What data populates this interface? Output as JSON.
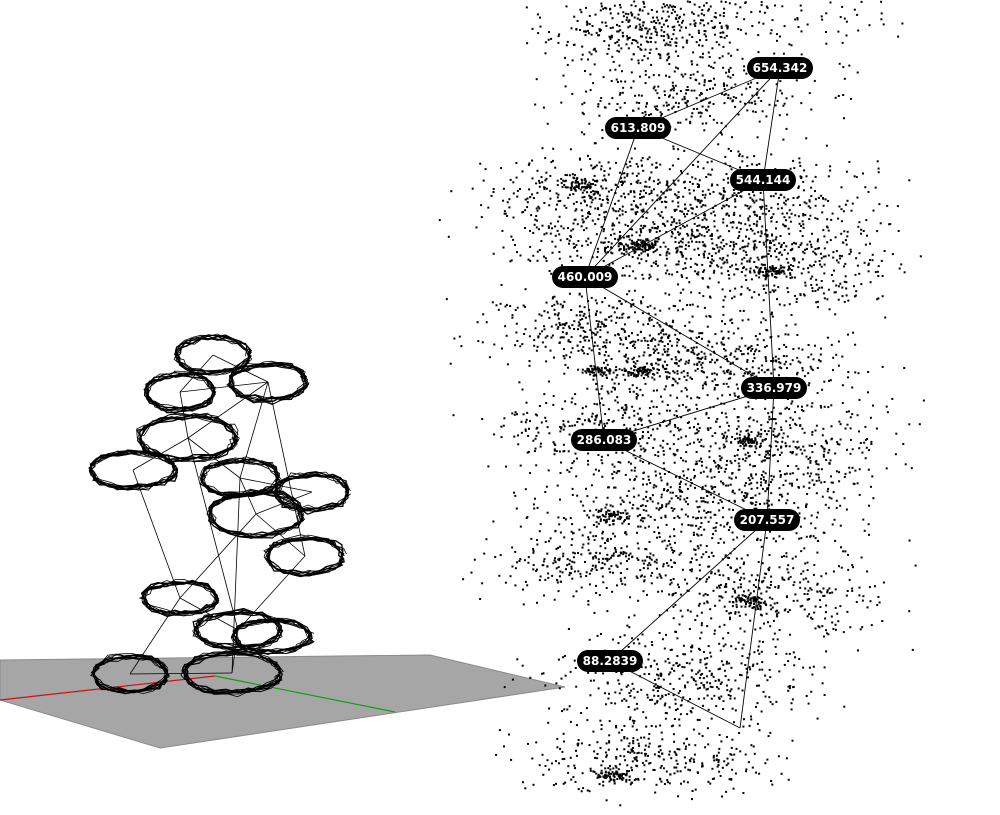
{
  "scene": {
    "background_color": "#ffffff",
    "ink_color": "#000000",
    "ground_color": "#a6a6a6",
    "axis_x_color": "#d01010",
    "axis_y_color": "#10a010",
    "label_bg_color": "#000000",
    "label_text_color": "#ffffff"
  },
  "node_labels": [
    {
      "value": "654.342"
    },
    {
      "value": "613.809"
    },
    {
      "value": "544.144"
    },
    {
      "value": "460.009"
    },
    {
      "value": "336.979"
    },
    {
      "value": "286.083"
    },
    {
      "value": "207.557"
    },
    {
      "value": "88.2839"
    }
  ]
}
